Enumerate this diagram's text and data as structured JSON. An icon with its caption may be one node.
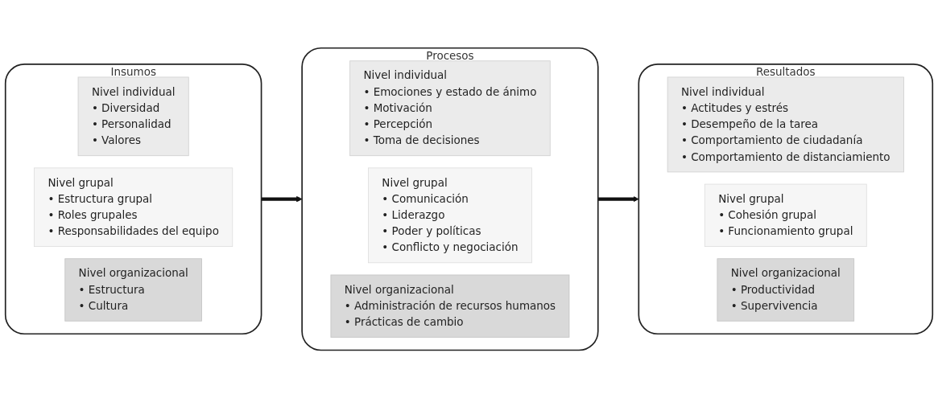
{
  "diagram": {
    "nodes": [
      {
        "text": [
          "Insumos"
        ]
      },
      {
        "text": [
          "Nivel individual",
          "• Diversidad",
          "• Personalidad",
          "• Valores"
        ],
        "in": 0
      },
      {
        "text": [
          "Nivel grupal",
          "• Estructura grupal",
          "• Roles grupales",
          "• Responsabilidades del equipo"
        ],
        "in": 0
      },
      {
        "text": [
          "Nivel organizacional",
          "• Estructura",
          "• Cultura"
        ],
        "in": 0
      },
      {
        "text": [
          "Procesos"
        ]
      },
      {
        "text": [
          "Nivel individual",
          "• Emociones y estado de ánimo",
          "• Motivación",
          "• Percepción",
          "• Toma de decisiones"
        ],
        "in": 4
      },
      {
        "text": [
          "Nivel grupal",
          "• Comunicación",
          "• Liderazgo",
          "• Poder y políticas",
          "• Conflicto y negociación"
        ],
        "in": 4
      },
      {
        "text": [
          "Nivel organizacional",
          "• Administración de recursos humanos",
          "• Prácticas de cambio"
        ],
        "in": 4
      },
      {
        "text": [
          "Resultados"
        ]
      },
      {
        "text": [
          "Nivel individual",
          "• Actitudes y estrés",
          "• Desempeño de la tarea",
          "• Comportamiento de ciudadanía",
          "• Comportamiento de distanciamiento"
        ],
        "in": 8
      },
      {
        "text": [
          "Nivel grupal",
          "• Cohesión grupal",
          "• Funcionamiento grupal"
        ],
        "in": 8
      },
      {
        "text": [
          "Nivel organizacional",
          "• Productividad",
          "• Supervivencia"
        ],
        "in": 8
      }
    ],
    "edges": [
      {
        "from": 0,
        "to": 4,
        "arrow": "to"
      },
      {
        "from": 4,
        "to": 8,
        "arrow": "to"
      }
    ]
  }
}
